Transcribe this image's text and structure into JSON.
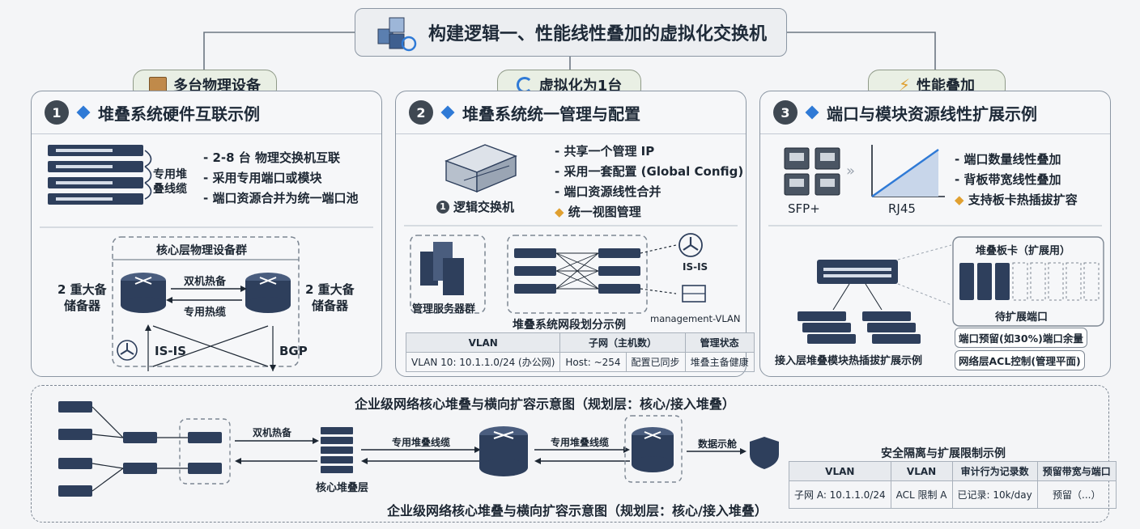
{
  "title": "构建逻辑一、性能线性叠加的虚拟化交换机",
  "categories": [
    {
      "label": "多台物理设备",
      "icon": "package-icon"
    },
    {
      "label": "虚拟化为1台",
      "icon": "refresh-icon"
    },
    {
      "label": "性能叠加",
      "icon": "lightning-icon"
    }
  ],
  "panel1": {
    "num": "1",
    "title": "堆叠系统硬件互联示例",
    "cable_label_1": "专用堆",
    "cable_label_2": "叠线缆",
    "bullets": [
      "- 2-8 台 物理交换机互联",
      "- 采用专用端口或模块",
      "- 端口资源合并为统一端口池"
    ],
    "core_group": "核心层物理设备群",
    "left_label_1": "2 重大备",
    "left_label_2": "储备器",
    "right_label_1": "2 重大备",
    "right_label_2": "储备器",
    "hot_standby": "双机热备",
    "dedicated_cable": "专用热缆",
    "isis": "IS-IS",
    "bgp": "BGP"
  },
  "panel2": {
    "num": "2",
    "title": "堆叠系统统一管理与配置",
    "logic_num": "1",
    "logic_label": "逻辑交换机",
    "bullets": [
      "- 共享一个管理 IP",
      "- 采用一套配置 (Global Config)",
      "- 端口资源线性合并"
    ],
    "bullet4": "统一视图管理",
    "server_group": "管理服务器群",
    "segment_caption": "堆叠系统网段划分示例",
    "isis": "IS-IS",
    "mgmt_vlan": "management-VLAN",
    "table": {
      "headers": [
        "VLAN",
        "子网（主机数）",
        "管理状态"
      ],
      "row": [
        "VLAN 10: 10.1.1.0/24 (办公网)",
        "Host: ~254",
        "配置已同步",
        "堆叠主备健康"
      ]
    }
  },
  "panel3": {
    "num": "3",
    "title": "端口与模块资源线性扩展示例",
    "sfp": "SFP+",
    "rj45": "RJ45",
    "bullets": [
      "- 端口数量线性叠加",
      "- 背板带宽线性叠加"
    ],
    "bullet3": "支持板卡热插拔扩容",
    "card_title": "堆叠板卡（扩展用）",
    "pending_ports": "待扩展端口",
    "reserve": "端口预留(如30%)端口余量",
    "acl": "网络层ACL控制(管理平面)",
    "access_caption": "接入层堆叠模块热插拔扩展示例"
  },
  "bottom": {
    "title": "企业级网络核心堆叠与横向扩容示意图（规划层：核心/接入堆叠）",
    "caption": "企业级网络核心堆叠与横向扩容示意图（规划层：核心/接入堆叠）",
    "hot_standby": "双机热备",
    "cable_1": "专用堆叠线缆",
    "cable_2": "专用堆叠线缆",
    "core_stack": "核心堆叠层",
    "data_demo": "数据示舱",
    "security_title": "安全隔离与扩展限制示例",
    "table": {
      "headers": [
        "VLAN",
        "VLAN",
        "审计行为记录数",
        "预留带宽与端口"
      ],
      "row": [
        "子网 A: 10.1.1.0/24",
        "ACL 限制 A",
        "已记录: 10k/day",
        "预留（...）"
      ]
    }
  },
  "colors": {
    "accent": "#2f7ad6",
    "device": "#2e3f5c",
    "pill_bg": "#e9efe4",
    "warn": "#e0a030"
  }
}
